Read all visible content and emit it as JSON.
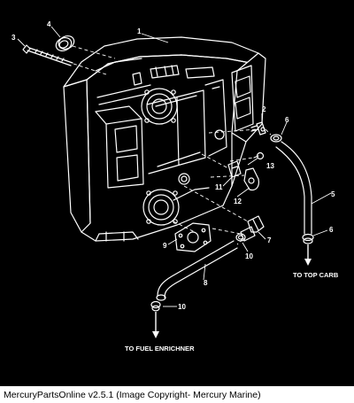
{
  "diagram": {
    "callouts": [
      "1",
      "2",
      "3",
      "4",
      "5",
      "6",
      "6",
      "7",
      "8",
      "9",
      "10",
      "10",
      "11",
      "12",
      "13"
    ],
    "destinations": [
      "TO TOP CARB",
      "TO FUEL ENRICHNER"
    ]
  },
  "footer": {
    "text": "MercuryPartsOnline v2.5.1 (Image Copyright- Mercury Marine)"
  },
  "colors": {
    "background": "#000000",
    "lines": "#ffffff",
    "footer_bg": "#ffffff",
    "footer_text": "#000000"
  }
}
